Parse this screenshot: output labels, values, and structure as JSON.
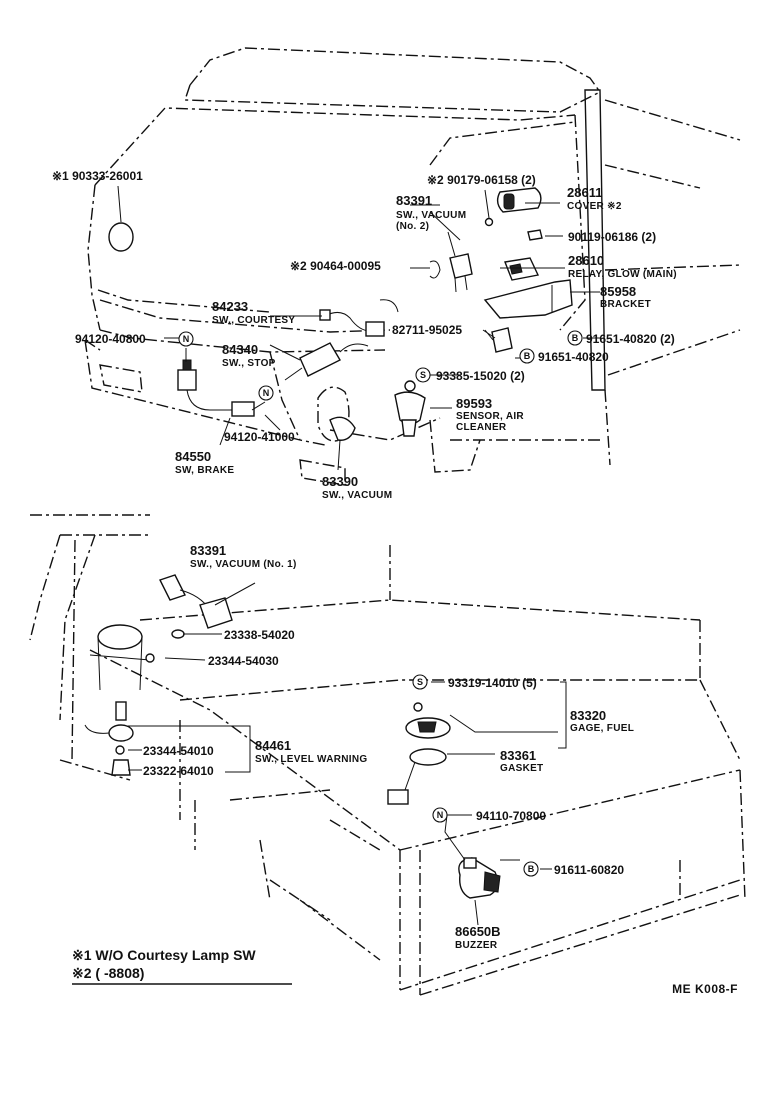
{
  "labels": {
    "l_90333": "※1 90333-26001",
    "l_90179": "※2 90179-06158 (2)",
    "l_83391a": "83391",
    "l_83391a_d1": "SW., VACUUM",
    "l_83391a_d2": "(No. 2)",
    "l_28611": "28611",
    "l_28611_d": "COVER ※2",
    "l_90119": "90119-06186 (2)",
    "l_90464": "※2 90464-00095",
    "l_28610": "28610",
    "l_28610_d": "RELAY, GLOW (MAIN)",
    "l_84233": "84233",
    "l_84233_d": "SW., COURTESY",
    "l_85958": "85958",
    "l_85958_d": "BRACKET",
    "l_82711": "82711-95025",
    "l_91651a": "91651-40820 (2)",
    "l_94120a": "94120-40800",
    "l_84340": "84340",
    "l_84340_d": "SW., STOP",
    "l_91651b": "91651-40820",
    "l_93385": "93385-15020 (2)",
    "l_89593": "89593",
    "l_89593_d1": "SENSOR, AIR",
    "l_89593_d2": "CLEANER",
    "l_94120b": "94120-41000",
    "l_84550": "84550",
    "l_84550_d": "SW, BRAKE",
    "l_83390": "83390",
    "l_83390_d": "SW., VACUUM",
    "l_83391b": "83391",
    "l_83391b_d": "SW., VACUUM (No. 1)",
    "l_23338": "23338-54020",
    "l_23344a": "23344-54030",
    "l_93319": "93319-14010 (5)",
    "l_83320": "83320",
    "l_83320_d": "GAGE, FUEL",
    "l_84461": "84461",
    "l_84461_d": "SW., LEVEL WARNING",
    "l_23344b": "23344-54010",
    "l_23322": "23322-64010",
    "l_83361": "83361",
    "l_83361_d": "GASKET",
    "l_94110": "94110-70800",
    "l_91611": "91611-60820",
    "l_86650": "86650B",
    "l_86650_d": "BUZZER"
  },
  "marks": {
    "n": "N",
    "s": "S",
    "b": "B"
  },
  "notes": {
    "note1": "※1 W/O Courtesy Lamp SW",
    "note2": "※2 (       -8808)"
  },
  "figure_code": "ME  K008-F"
}
